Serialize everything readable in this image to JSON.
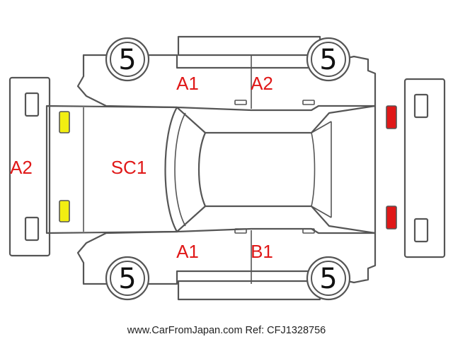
{
  "wheels": {
    "front_left": "5",
    "rear_left": "5",
    "front_right": "5",
    "rear_right": "5"
  },
  "codes": {
    "roof": "SC1",
    "front_bumper": "A2",
    "door_front_top": "A1",
    "door_rear_top": "A2",
    "door_front_bottom": "A1",
    "door_rear_bottom": "B1"
  },
  "footer": "www.CarFromJapan.com Ref: CFJ1328756",
  "colors": {
    "code_text": "#e01818",
    "outline": "#555555",
    "front_lamps": "#f2ee12",
    "rear_lamps": "#e01818"
  }
}
